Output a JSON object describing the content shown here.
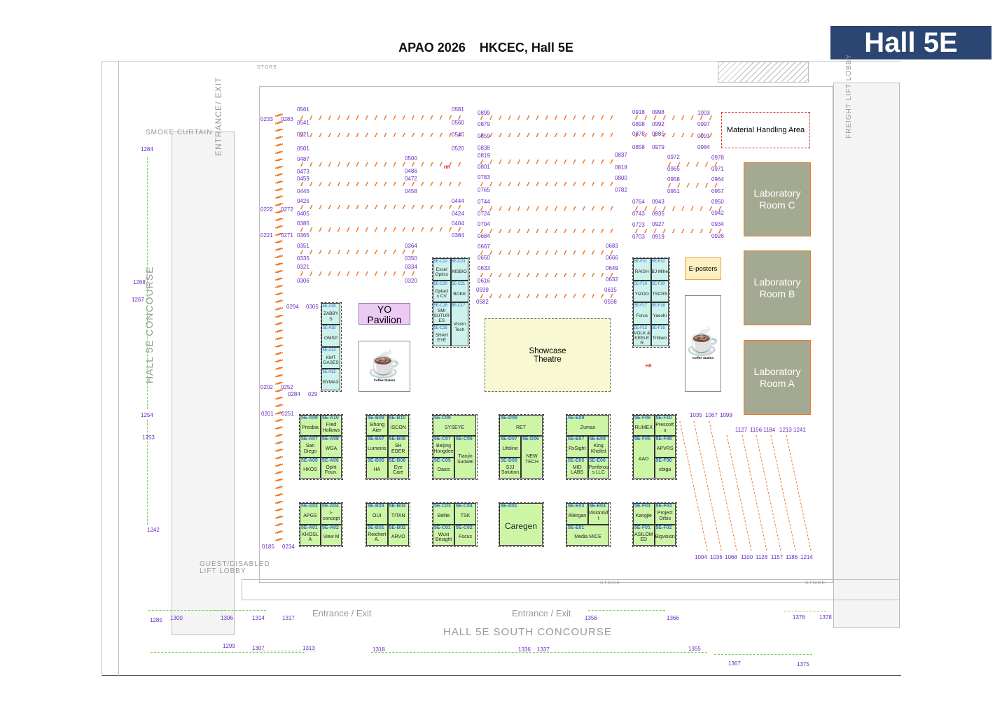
{
  "header": {
    "title": "APAO 2026    HKCEC, Hall 5E",
    "badge": "Hall 5E"
  },
  "areas": {
    "material": "Material Handling Area",
    "lab_c": "Laboratory Room C",
    "lab_b": "Laboratory Room B",
    "lab_a": "Laboratory Room A",
    "eposters": "E-posters",
    "yo": "YO Pavilion",
    "theatre": "Showcase Theatre",
    "coffee": "Coffee Station"
  },
  "plan_labels": {
    "smoke": "SMOKE CURTAIN",
    "concourse": "HALL 5E CONCOURSE",
    "south": "HALL 5E SOUTH CONCOURSE",
    "entrance1": "Entrance / Exit",
    "entrance2": "Entrance / Exit",
    "guest": "GUEST/DISABLED LIFT LOBBY",
    "freight": "FREIGHT LIFT LOBBY",
    "entrance_v": "ENTRANCE/ EXIT",
    "store": "STORE",
    "hr": "HR"
  },
  "booth_blocks": [
    {
      "cells": [
        {
          "code": "5E-A09",
          "name": "Presbia"
        },
        {
          "code": "5E-A10",
          "name": "Fred Hollows"
        },
        {
          "code": "5E-A07",
          "name": "San Diego"
        },
        {
          "code": "5E-A08",
          "name": "WGA"
        },
        {
          "code": "5E-A05",
          "name": "HKOS"
        },
        {
          "code": "5E-A06",
          "name": "Opht Foun."
        }
      ]
    },
    {
      "cells": [
        {
          "code": "5E-A03",
          "name": "APGS"
        },
        {
          "code": "5E-A04",
          "name": "i-concept"
        },
        {
          "code": "5E-A01",
          "name": "KHOSLA"
        },
        {
          "code": "5E-A02",
          "name": "View M"
        }
      ]
    },
    {
      "cells": [
        {
          "code": "5E-B09",
          "name": "Sihong Aier"
        },
        {
          "code": "5E-B10",
          "name": "ISCON"
        },
        {
          "code": "5E-B07",
          "name": "Lumenis"
        },
        {
          "code": "5E-B08",
          "name": "SH EDER"
        },
        {
          "code": "5E-B05",
          "name": "HA"
        },
        {
          "code": "5E-B06",
          "name": "Eye Care"
        }
      ]
    },
    {
      "cells": [
        {
          "code": "5E-B03",
          "name": "OUI"
        },
        {
          "code": "5E-B04",
          "name": "TITAN"
        },
        {
          "code": "5E-B01",
          "name": "Reichert A."
        },
        {
          "code": "5E-B02",
          "name": "ARVO"
        }
      ]
    },
    {
      "cells": [
        {
          "code": "5E-C09",
          "name": "SYSEYE"
        },
        {
          "code": "5E-C07",
          "name": "Beijing Hongdee"
        },
        {
          "code": "5E-C06",
          "name": "Tianjin Suowei"
        },
        {
          "code": "5E-C05",
          "name": "Oasis"
        }
      ]
    },
    {
      "cells": [
        {
          "code": "5E-C03",
          "name": "Belite"
        },
        {
          "code": "5E-C04",
          "name": "TSK"
        },
        {
          "code": "5E-C01",
          "name": "Wuxi Brisight"
        },
        {
          "code": "5E-C02",
          "name": "Focus"
        }
      ]
    },
    {
      "cells": [
        {
          "code": "5E-D09",
          "name": "RET"
        },
        {
          "code": "5E-D07",
          "name": "Lifeline"
        },
        {
          "code": "5E-D06",
          "name": "NEW TECH"
        },
        {
          "code": "5E-D05",
          "name": "SJJ Solution"
        }
      ]
    },
    {
      "cells": [
        {
          "code": "5E-D01",
          "name": "Caregen"
        }
      ]
    },
    {
      "cells": [
        {
          "code": "5E-E09",
          "name": "Zumax"
        },
        {
          "code": "5E-E07",
          "name": "RxSight"
        },
        {
          "code": "5E-E08",
          "name": "King Khaled"
        },
        {
          "code": "5E-E05",
          "name": "MID LABS"
        },
        {
          "code": "5E-E06",
          "name": "Poriferous LLC"
        }
      ]
    },
    {
      "cells": [
        {
          "code": "5E-E03",
          "name": "Allergan"
        },
        {
          "code": "5E-E04",
          "name": "VisionGift"
        },
        {
          "code": "5E-E01",
          "name": "Media MICE"
        }
      ]
    },
    {
      "cells": [
        {
          "code": "5E-F09",
          "name": "RUMEX"
        },
        {
          "code": "5E-F10",
          "name": "Prescott's"
        },
        {
          "code": "5E-F05",
          "name": "AAO"
        },
        {
          "code": "5E-F08",
          "name": "APVRS"
        },
        {
          "code": "5E-F06",
          "name": "ebiga"
        }
      ]
    },
    {
      "cells": [
        {
          "code": "5E-F03",
          "name": "Kangjie"
        },
        {
          "code": "5E-F04",
          "name": "Project Orbis"
        },
        {
          "code": "5E-F01",
          "name": "ASILOMED"
        },
        {
          "code": "5E-F02",
          "name": "Bigvision"
        }
      ]
    },
    {
      "cells": [
        {
          "code": "5E-A18",
          "name": "ZABBYS"
        },
        {
          "code": "5E-A16",
          "name": "OMSP"
        },
        {
          "code": "5E-A14",
          "name": "KMT GASES"
        },
        {
          "code": "5E-A12",
          "name": "BYMAX"
        }
      ]
    },
    {
      "cells": [
        {
          "code": "5E-C22",
          "name": "Excel Optics"
        },
        {
          "code": "5E-C23",
          "name": "MSBIO"
        },
        {
          "code": "5E-C20",
          "name": "Optact x CV"
        },
        {
          "code": "5E-C21",
          "name": "BOKE"
        },
        {
          "code": "5E-C18",
          "name": "SMI SUTURES"
        },
        {
          "code": "5E-C17",
          "name": "Vision Tech"
        },
        {
          "code": "5E-C16",
          "name": "SHAH EYE"
        }
      ]
    },
    {
      "cells": [
        {
          "code": "5E-F21",
          "name": "RAISH"
        },
        {
          "code": "5E-F22",
          "name": "BJ Mihe"
        },
        {
          "code": "5E-F19",
          "name": "YIZOO"
        },
        {
          "code": "5E-F20",
          "name": "TSCRS"
        },
        {
          "code": "5E-F17",
          "name": "Forus"
        },
        {
          "code": "5E-F18",
          "name": "Yaoshi"
        },
        {
          "code": "5E-F15",
          "name": "VOLK & KEELER"
        },
        {
          "code": "5E-F16",
          "name": "Trillium"
        }
      ]
    }
  ],
  "poster_numbers": [
    "0233",
    "0283",
    "0222",
    "0272",
    "0221",
    "0271",
    "0294",
    "0305",
    "0202",
    "0252",
    "0284",
    "029",
    "0201",
    "0251",
    "0185",
    "0234",
    "0561",
    "0541",
    "0521",
    "0501",
    "0487",
    "0473",
    "0459",
    "0445",
    "0425",
    "0405",
    "0385",
    "0365",
    "0351",
    "0335",
    "0321",
    "0306",
    "0581",
    "0560",
    "0540",
    "0520",
    "0500",
    "0486",
    "0472",
    "0458",
    "0444",
    "0424",
    "0404",
    "0384",
    "0364",
    "0350",
    "0334",
    "0320",
    "0899",
    "0879",
    "0859",
    "0838",
    "0819",
    "0801",
    "0783",
    "0765",
    "0744",
    "0724",
    "0704",
    "0684",
    "0667",
    "0650",
    "0633",
    "0616",
    "0599",
    "0582",
    "0837",
    "0818",
    "0800",
    "0782",
    "0683",
    "0666",
    "0649",
    "0632",
    "0615",
    "0598",
    "0918",
    "0898",
    "0878",
    "0858",
    "0764",
    "0743",
    "0723",
    "0703",
    "0998",
    "0992",
    "0985",
    "0979",
    "0943",
    "0935",
    "0927",
    "0919",
    "0972",
    "0965",
    "0958",
    "0951",
    "1003",
    "0997",
    "0991",
    "0984",
    "0978",
    "0971",
    "0964",
    "0957",
    "0950",
    "0942",
    "0934",
    "0926",
    "1035",
    "1067",
    "1099",
    "1127",
    "1156",
    "1184",
    "1213",
    "1241",
    "1004",
    "1036",
    "1068",
    "1100",
    "1128",
    "1157",
    "1186",
    "1214",
    "1284",
    "1268",
    "1267",
    "1254",
    "1253",
    "1242",
    "1285",
    "1300",
    "1306",
    "1314",
    "1317",
    "1299",
    "1307",
    "1313",
    "1318",
    "1336",
    "1337",
    "1356",
    "1366",
    "1355",
    "1376",
    "1378",
    "1367",
    "1375"
  ],
  "colors": {
    "badge": "#2b4672",
    "poster_row": "#f07a2a",
    "booth_green": "#cdf5a6",
    "booth_teal": "#cdf2ec",
    "lab": "#a4aa91",
    "number": "#6a2bbf"
  }
}
